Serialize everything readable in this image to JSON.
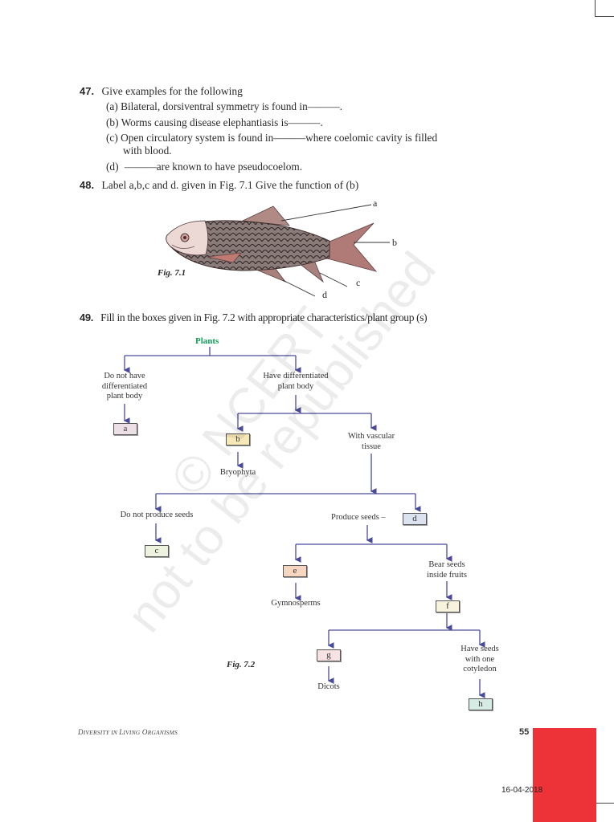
{
  "questions": [
    {
      "number": "47",
      "text": "Give examples for the following",
      "parts": [
        {
          "label": "(a)",
          "text": "Bilateral, dorsiventral symmetry is found in———."
        },
        {
          "label": "(b)",
          "text": "Worms causing disease elephantiasis is———."
        },
        {
          "label": "(c)",
          "text": "Open circulatory system is found in———where coelomic cavity is filled",
          "text2": "with blood."
        },
        {
          "label": "(d)",
          "text": "———are known to have pseudocoelom."
        }
      ]
    },
    {
      "number": "48",
      "text": "Label a,b,c and d. given in Fig. 7.1 Give the function of (b)"
    },
    {
      "number": "49",
      "text": "Fill in the boxes given in Fig. 7.2 with appropriate characteristics/plant group (s)"
    }
  ],
  "fig71": {
    "caption": "Fig. 7.1",
    "labels": [
      "a",
      "b",
      "c",
      "d"
    ]
  },
  "fig72": {
    "caption": "Fig. 7.2",
    "root": "Plants",
    "nodes": {
      "no_diff_1": "Do not have",
      "no_diff_2": "differentiated",
      "no_diff_3": "plant body",
      "diff_1": "Have differentiated",
      "diff_2": "plant body",
      "vascular_1": "With vascular",
      "vascular_2": "tissue",
      "bryophyta": "Bryophyta",
      "no_seeds": "Do not produce seeds",
      "seeds": "Produce seeds –",
      "gymnosperms": "Gymnosperms",
      "fruits_1": "Bear seeds",
      "fruits_2": "inside fruits",
      "dicots": "Dicots",
      "one_cot_1": "Have seeds",
      "one_cot_2": "with one",
      "one_cot_3": "cotyledon"
    },
    "boxes": {
      "a": {
        "label": "a",
        "color": "#ece0e6"
      },
      "b": {
        "label": "b",
        "color": "#f7e8b8"
      },
      "c": {
        "label": "c",
        "color": "#eef3e0"
      },
      "d": {
        "label": "d",
        "color": "#dde2f0"
      },
      "e": {
        "label": "e",
        "color": "#f6d6c0"
      },
      "f": {
        "label": "f",
        "color": "#f7f3dc"
      },
      "g": {
        "label": "g",
        "color": "#f6e2e2"
      },
      "h": {
        "label": "h",
        "color": "#d6ebe4"
      }
    },
    "line_color": "#4a4a9a"
  },
  "watermark": {
    "line1": "© NCERT",
    "line2": "not to be republished"
  },
  "footer": {
    "title_parts": [
      "D",
      "iversity",
      " in ",
      "L",
      "iving",
      " O",
      "rganisms"
    ],
    "page_number": "55",
    "date": "16-04-2018",
    "tab_color": "#ee3338"
  }
}
